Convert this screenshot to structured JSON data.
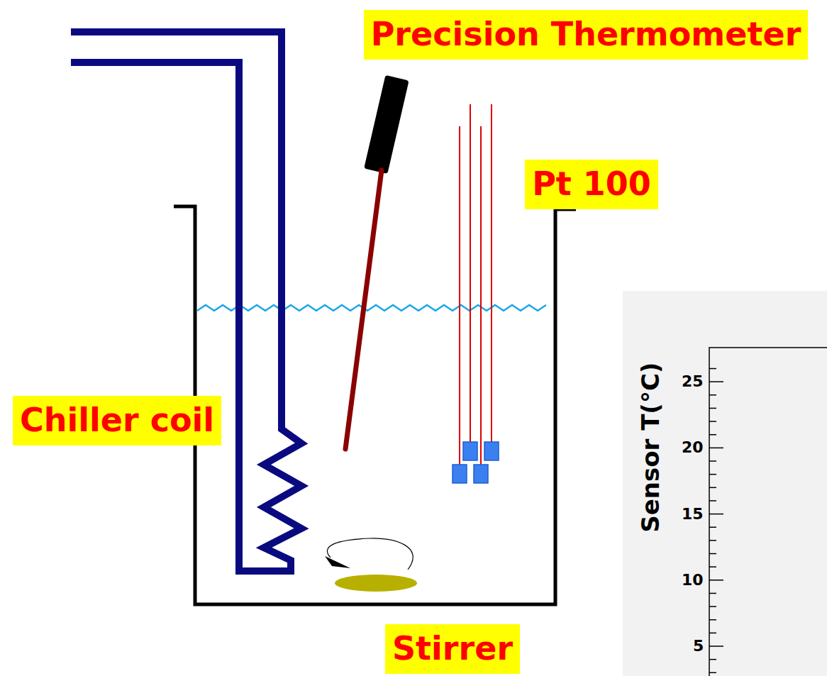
{
  "diagram": {
    "nodes": [
      {
        "text": [
          "Precision Thermometer"
        ]
      },
      {
        "text": [
          "Pt 100"
        ]
      },
      {
        "text": [
          "Chiller coil"
        ]
      },
      {
        "text": [
          "Stirrer"
        ]
      }
    ],
    "labels": [
      "Sensor T(°C)",
      "25",
      "20",
      "15",
      "10",
      "5"
    ]
  }
}
